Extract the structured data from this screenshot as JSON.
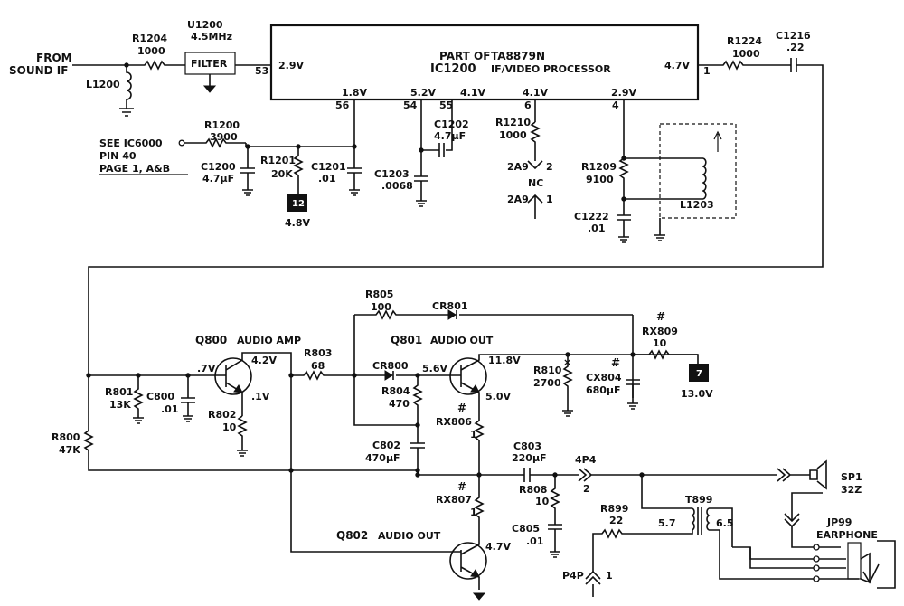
{
  "ic": {
    "line1": "PART OF",
    "part": "TA8879N",
    "name": "IC1200",
    "function": "IF/VIDEO PROCESSOR",
    "pins": [
      {
        "num": "53",
        "volt": "2.9V"
      },
      {
        "num": "1",
        "volt": "4.7V"
      },
      {
        "num": "56",
        "volt": "1.8V"
      },
      {
        "num": "54",
        "volt": "5.2V"
      },
      {
        "num": "55",
        "volt": "4.1V"
      },
      {
        "num": "6",
        "volt": "4.1V"
      },
      {
        "num": "4",
        "volt": "2.9V"
      }
    ]
  },
  "input": {
    "line1": "FROM",
    "line2": "SOUND IF"
  },
  "filter": {
    "ref": "U1200",
    "freq": "4.5MHz",
    "label": "FILTER"
  },
  "see_note": [
    "SEE IC6000",
    "PIN 40",
    "PAGE 1, A&B"
  ],
  "test_points": [
    {
      "num": "12",
      "volt": "4.8V"
    },
    {
      "num": "7",
      "volt": "13.0V"
    }
  ],
  "nc": {
    "label": "NC",
    "conn1": "2A9",
    "pin1": "2",
    "conn2": "2A9",
    "pin2": "1"
  },
  "parts": {
    "R1204": {
      "ref": "R1204",
      "val": "1000"
    },
    "L1200": {
      "ref": "L1200"
    },
    "R1200": {
      "ref": "R1200",
      "val": "3900"
    },
    "R1201": {
      "ref": "R1201",
      "val": "20K"
    },
    "C1200": {
      "ref": "C1200",
      "val": "4.7µF"
    },
    "C1201": {
      "ref": "C1201",
      "val": ".01"
    },
    "C1203": {
      "ref": "C1203",
      "val": ".0068"
    },
    "C1202": {
      "ref": "C1202",
      "val": "4.7µF"
    },
    "R1210": {
      "ref": "R1210",
      "val": "1000"
    },
    "R1209": {
      "ref": "R1209",
      "val": "9100"
    },
    "C1222": {
      "ref": "C1222",
      "val": ".01"
    },
    "L1203": {
      "ref": "L1203"
    },
    "R1224": {
      "ref": "R1224",
      "val": "1000"
    },
    "C1216": {
      "ref": "C1216",
      "val": ".22"
    },
    "R805": {
      "ref": "R805",
      "val": "100"
    },
    "CR801": {
      "ref": "CR801"
    },
    "RX809": {
      "ref": "RX809",
      "val": "10"
    },
    "R803": {
      "ref": "R803",
      "val": "68"
    },
    "CR800": {
      "ref": "CR800"
    },
    "R804": {
      "ref": "R804",
      "val": "470"
    },
    "RX806": {
      "ref": "RX806",
      "val": "1"
    },
    "R810": {
      "ref": "R810",
      "val": "2700"
    },
    "CX804": {
      "ref": "CX804",
      "val": "680µF"
    },
    "R801": {
      "ref": "R801",
      "val": "13K"
    },
    "C800": {
      "ref": "C800",
      "val": ".01"
    },
    "R802": {
      "ref": "R802",
      "val": "10"
    },
    "R800": {
      "ref": "R800",
      "val": "47K"
    },
    "C802": {
      "ref": "C802",
      "val": "470µF"
    },
    "C803": {
      "ref": "C803",
      "val": "220µF"
    },
    "RX807": {
      "ref": "RX807",
      "val": "1"
    },
    "R808": {
      "ref": "R808",
      "val": "10"
    },
    "C805": {
      "ref": "C805",
      "val": ".01"
    },
    "R899": {
      "ref": "R899",
      "val": "22"
    },
    "T899": {
      "ref": "T899",
      "pri": "5.7",
      "sec": "6.5"
    }
  },
  "transistors": [
    {
      "ref": "Q800",
      "function": "AUDIO AMP",
      "vb": ".7V",
      "vc": "4.2V",
      "ve": ".1V"
    },
    {
      "ref": "Q801",
      "function": "AUDIO OUT",
      "vb": "5.6V",
      "vc": "11.8V",
      "ve": "5.0V"
    },
    {
      "ref": "Q802",
      "function": "AUDIO OUT",
      "vc": "4.7V"
    }
  ],
  "connectors": {
    "p4p4": {
      "ref": "4P4",
      "pin": "2"
    },
    "p4p1": {
      "ref": "P4P",
      "pin": "1"
    },
    "sp1": {
      "ref": "SP1",
      "val": "32Z"
    },
    "jp99": {
      "ref": "JP99",
      "desc": "EARPHONE"
    }
  },
  "marks": {
    "safety": "#",
    "cross": "×"
  },
  "colors": {
    "ink": "#111111",
    "background": "#ffffff"
  }
}
